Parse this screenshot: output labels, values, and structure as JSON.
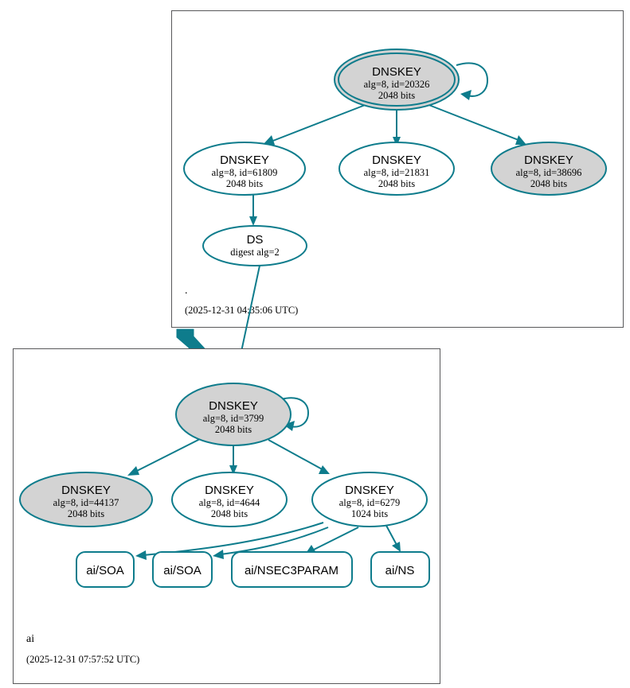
{
  "diagram": {
    "type": "dnssec-authentication-chain",
    "colors": {
      "accent": "#0e7c8c",
      "node_fill_secure": "#d3d3d3",
      "node_fill_plain": "#ffffff",
      "cluster_border": "#58585a",
      "background": "#ffffff"
    }
  },
  "zones": [
    {
      "id": "root",
      "name": ".",
      "timestamp": "(2025-12-31 04:35:06 UTC)"
    },
    {
      "id": "ai",
      "name": "ai",
      "timestamp": "(2025-12-31 07:57:52 UTC)"
    }
  ],
  "root_zone": {
    "ksk": {
      "title": "DNSKEY",
      "params": "alg=8, id=20326",
      "size": "2048 bits"
    },
    "zsks": [
      {
        "title": "DNSKEY",
        "params": "alg=8, id=61809",
        "size": "2048 bits"
      },
      {
        "title": "DNSKEY",
        "params": "alg=8, id=21831",
        "size": "2048 bits"
      },
      {
        "title": "DNSKEY",
        "params": "alg=8, id=38696",
        "size": "2048 bits"
      }
    ],
    "ds": {
      "title": "DS",
      "params": "digest alg=2"
    }
  },
  "ai_zone": {
    "ksk": {
      "title": "DNSKEY",
      "params": "alg=8, id=3799",
      "size": "2048 bits"
    },
    "zsks": [
      {
        "title": "DNSKEY",
        "params": "alg=8, id=44137",
        "size": "2048 bits"
      },
      {
        "title": "DNSKEY",
        "params": "alg=8, id=4644",
        "size": "2048 bits"
      },
      {
        "title": "DNSKEY",
        "params": "alg=8, id=6279",
        "size": "1024 bits"
      }
    ],
    "rrsets": [
      {
        "label": "ai/SOA"
      },
      {
        "label": "ai/SOA"
      },
      {
        "label": "ai/NSEC3PARAM"
      },
      {
        "label": "ai/NS"
      }
    ]
  }
}
